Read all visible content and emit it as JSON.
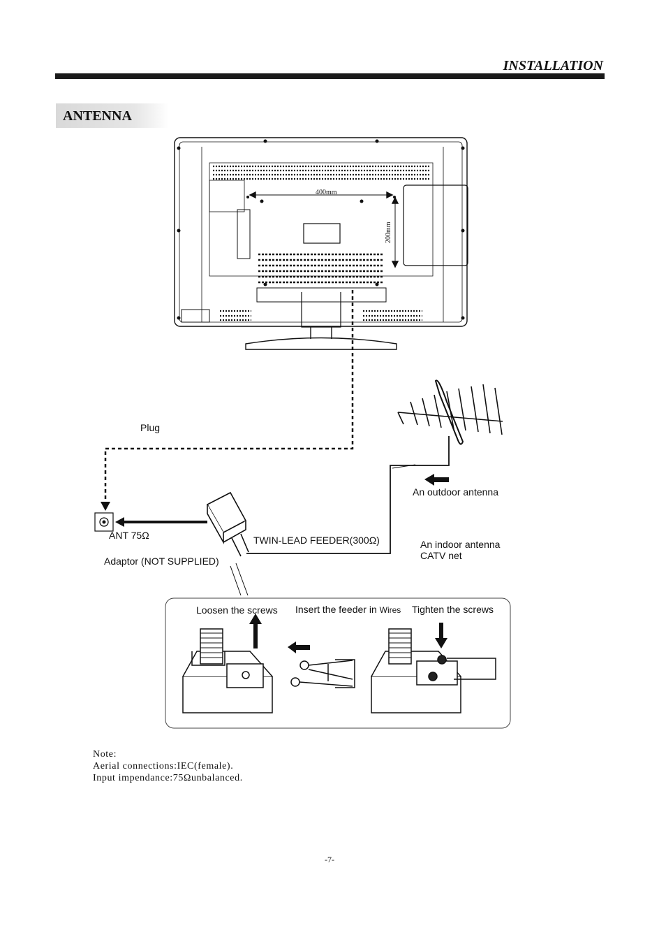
{
  "header": {
    "title": "INSTALLATION"
  },
  "section": {
    "title": "ANTENNA"
  },
  "tv_rear": {
    "dim_width": "400mm",
    "dim_height": "200mm"
  },
  "labels": {
    "plug": "Plug",
    "outdoor_antenna": "An outdoor antenna",
    "ant_75": "ANT 75Ω",
    "twin_lead": "TWIN-LEAD FEEDER(300Ω)",
    "indoor_antenna": "An indoor antenna",
    "catv_net": "CATV net",
    "adaptor": "Adaptor  (NOT SUPPLIED)"
  },
  "steps": {
    "loosen": "Loosen the screws",
    "insert": "Insert the feeder in",
    "insert_small": "Wires",
    "tighten": "Tighten the screws"
  },
  "note": {
    "heading": "Note:",
    "line1": "Aerial connections:IEC(female).",
    "line2": "Input impendance:75Ωunbalanced."
  },
  "footer": {
    "page": "-7-"
  }
}
